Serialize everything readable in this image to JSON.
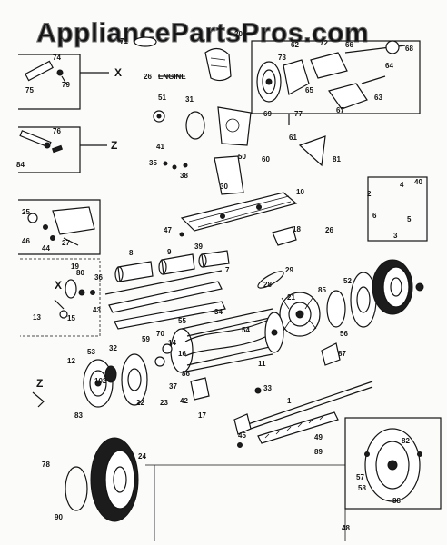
{
  "watermark": "AppliancePartsPros.com",
  "engine_label": "ENGINE",
  "engine_number": "26",
  "callout_letters": [
    "X",
    "X",
    "Z",
    "Z"
  ],
  "part_numbers": [
    "1",
    "2",
    "3",
    "4",
    "5",
    "6",
    "7",
    "8",
    "9",
    "10",
    "11",
    "12",
    "13",
    "14",
    "15",
    "16",
    "17",
    "18",
    "19",
    "20",
    "21",
    "22",
    "23",
    "24",
    "25",
    "26",
    "27",
    "28",
    "29",
    "30",
    "31",
    "32",
    "33",
    "34",
    "35",
    "36",
    "37",
    "38",
    "39",
    "40",
    "41",
    "42",
    "43",
    "44",
    "45",
    "46",
    "47",
    "48",
    "49",
    "50",
    "51",
    "52",
    "53",
    "54",
    "55",
    "56",
    "57",
    "58",
    "59",
    "60",
    "61",
    "62",
    "63",
    "64",
    "65",
    "66",
    "67",
    "68",
    "69",
    "70",
    "71",
    "72",
    "73",
    "74",
    "75",
    "76",
    "77",
    "78",
    "79",
    "80",
    "81",
    "82",
    "83",
    "84",
    "85",
    "86",
    "87",
    "88",
    "89",
    "90",
    "102"
  ]
}
